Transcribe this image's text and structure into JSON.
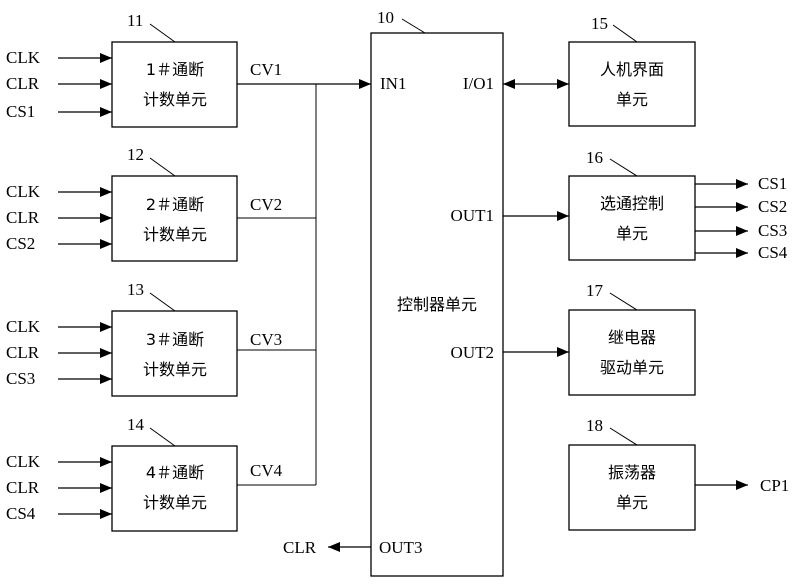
{
  "controller": {
    "ref": "10",
    "label": "控制器单元",
    "ports": {
      "in1": "IN1",
      "io1": "I/O1",
      "out1": "OUT1",
      "out2": "OUT2",
      "out3": "OUT3"
    }
  },
  "counters": [
    {
      "ref": "11",
      "line1": "1＃通断",
      "line2": "计数单元",
      "output": "CV1",
      "inputs": [
        "CLK",
        "CLR",
        "CS1"
      ]
    },
    {
      "ref": "12",
      "line1": "2＃通断",
      "line2": "计数单元",
      "output": "CV2",
      "inputs": [
        "CLK",
        "CLR",
        "CS2"
      ]
    },
    {
      "ref": "13",
      "line1": "3＃通断",
      "line2": "计数单元",
      "output": "CV3",
      "inputs": [
        "CLK",
        "CLR",
        "CS3"
      ]
    },
    {
      "ref": "14",
      "line1": "4＃通断",
      "line2": "计数单元",
      "output": "CV4",
      "inputs": [
        "CLK",
        "CLR",
        "CS4"
      ]
    }
  ],
  "hmi": {
    "ref": "15",
    "line1": "人机界面",
    "line2": "单元"
  },
  "strobe": {
    "ref": "16",
    "line1": "选通控制",
    "line2": "单元",
    "outputs": [
      "CS1",
      "CS2",
      "CS3",
      "CS4"
    ]
  },
  "relay": {
    "ref": "17",
    "line1": "继电器",
    "line2": "驱动单元"
  },
  "oscillator": {
    "ref": "18",
    "line1": "振荡器",
    "line2": "单元",
    "output": "CP1"
  },
  "clr_output": "CLR"
}
